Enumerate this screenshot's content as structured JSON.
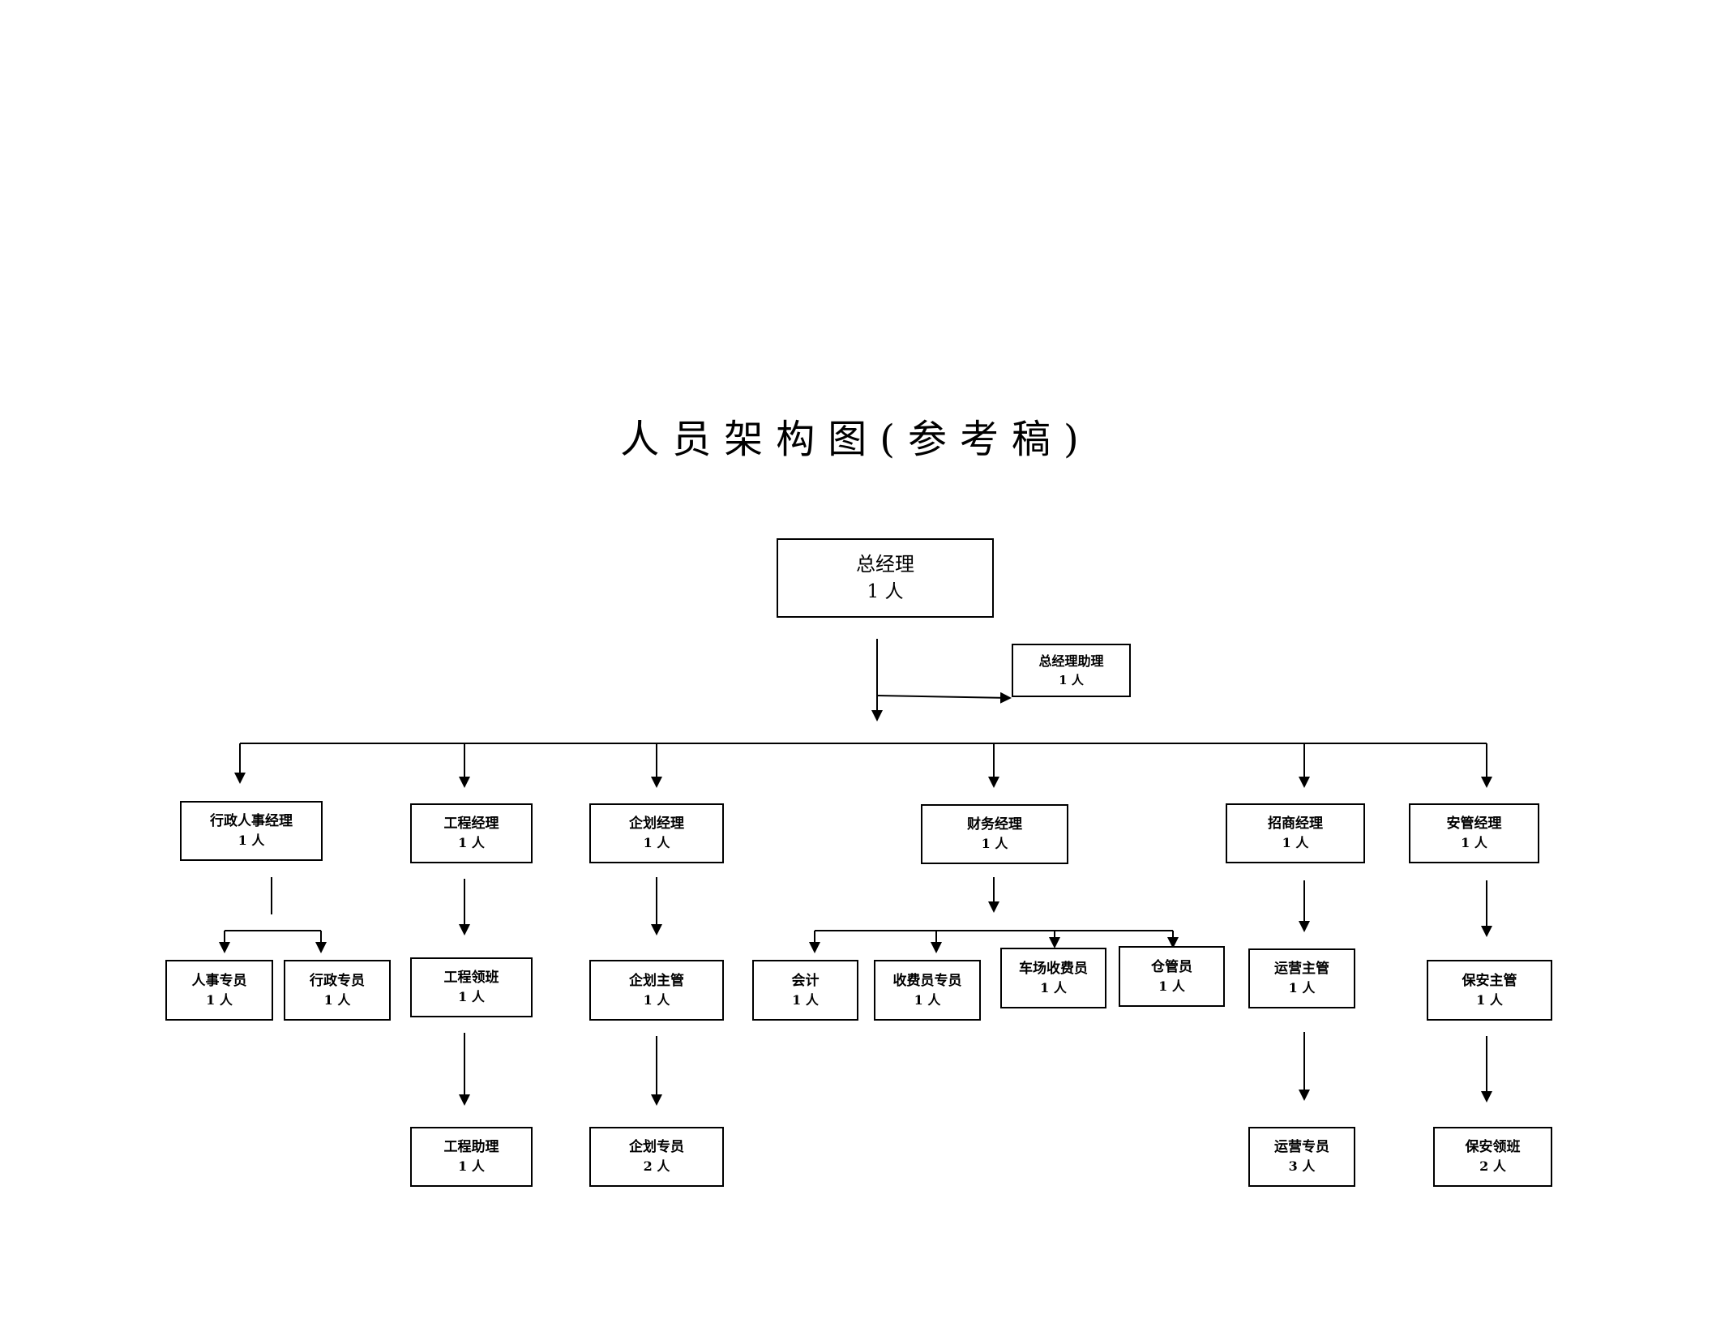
{
  "title": "人员架构图(参考稿)",
  "nodes": {
    "general_manager": {
      "role": "总经理",
      "count": "1 人"
    },
    "gm_assistant": {
      "role": "总经理助理",
      "count": "1 人"
    },
    "admin_hr_manager": {
      "role": "行政人事经理",
      "count": "1 人"
    },
    "engineering_manager": {
      "role": "工程经理",
      "count": "1 人"
    },
    "planning_manager": {
      "role": "企划经理",
      "count": "1 人"
    },
    "finance_manager": {
      "role": "财务经理",
      "count": "1 人"
    },
    "leasing_manager": {
      "role": "招商经理",
      "count": "1 人"
    },
    "security_manager": {
      "role": "安管经理",
      "count": "1 人"
    },
    "hr_specialist": {
      "role": "人事专员",
      "count": "1 人"
    },
    "admin_specialist": {
      "role": "行政专员",
      "count": "1 人"
    },
    "engineering_foreman": {
      "role": "工程领班",
      "count": "1 人"
    },
    "engineering_assistant": {
      "role": "工程助理",
      "count": "1 人"
    },
    "planning_supervisor": {
      "role": "企划主管",
      "count": "1 人"
    },
    "planning_specialist": {
      "role": "企划专员",
      "count": "2 人"
    },
    "accountant": {
      "role": "会计",
      "count": "1 人"
    },
    "cashier_specialist": {
      "role": "收费员专员",
      "count": "1 人"
    },
    "parking_cashier": {
      "role": "车场收费员",
      "count": "1 人"
    },
    "warehouse_keeper": {
      "role": "仓管员",
      "count": "1 人"
    },
    "operations_supervisor": {
      "role": "运营主管",
      "count": "1 人"
    },
    "operations_specialist": {
      "role": "运营专员",
      "count": "3 人"
    },
    "security_supervisor": {
      "role": "保安主管",
      "count": "1 人"
    },
    "security_foreman": {
      "role": "保安领班",
      "count": "2 人"
    }
  }
}
